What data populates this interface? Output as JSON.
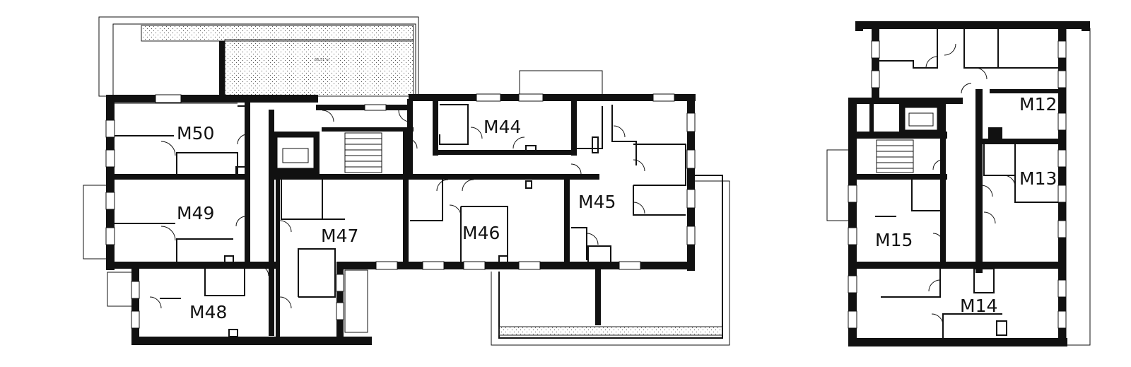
{
  "units": [
    "M50",
    "M49",
    "M48",
    "M47",
    "M46",
    "M45",
    "M44",
    "M15",
    "M14",
    "M13",
    "M12"
  ]
}
